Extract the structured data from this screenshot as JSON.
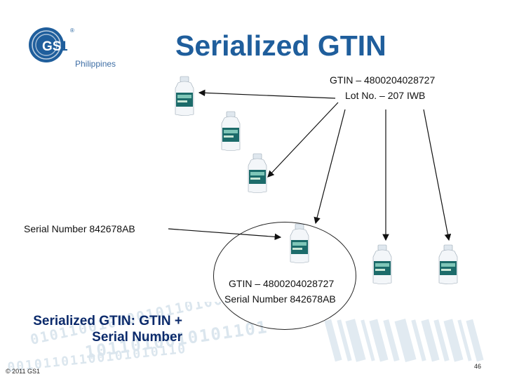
{
  "slide": {
    "title": "Serialized GTIN",
    "region": "Philippines",
    "gtin_label_top": "GTIN – 4800204028727",
    "lot_label": "Lot No. – 207 IWB",
    "serial_label_left": "Serial Number 842678AB",
    "ellipse_gtin": "GTIN – 4800204028727",
    "ellipse_serial": "Serial Number 842678AB",
    "summary_line1": "Serialized GTIN: GTIN +",
    "summary_line2": "Serial Number",
    "copyright": "© 2011 GS1",
    "page_number": "46"
  },
  "logo": {
    "text": "GS1",
    "superscript": "®",
    "color": "#1f5e9c"
  },
  "icons": [
    "gs1-logo-icon",
    "bottle-icon"
  ],
  "colors": {
    "title": "#1f5e9c",
    "summary": "#0b2a6b",
    "region": "#3e6ea5"
  }
}
